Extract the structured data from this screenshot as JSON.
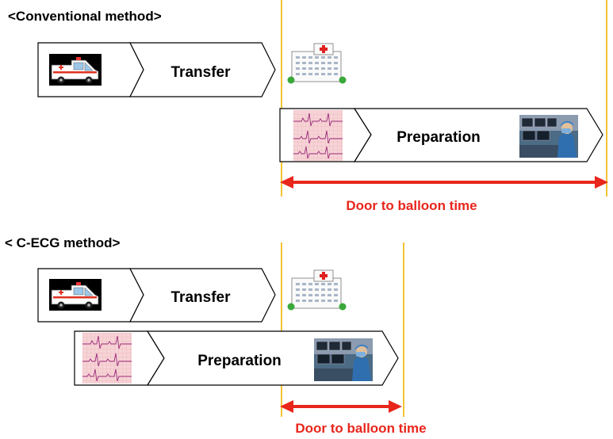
{
  "conventional": {
    "title": "<Conventional method>",
    "transfer_label": "Transfer",
    "preparation_label": "Preparation",
    "metric_label": "Door to balloon time"
  },
  "cecg": {
    "title": "< C-ECG method>",
    "transfer_label": "Transfer",
    "preparation_label": "Preparation",
    "metric_label": "Door to balloon time"
  },
  "icons": [
    "ambulance-icon",
    "hospital-icon",
    "ecg-strip-icon",
    "cath-lab-photo-icon"
  ],
  "colors": {
    "timeline_line": "#f0b400",
    "metric_arrow": "#e8261c",
    "metric_text": "#e8261c",
    "hospital_cross": "#e02020",
    "ecg_paper": "#f6d3d6",
    "ecg_trace": "#9a2a7a",
    "cathlab_bg": "#4c6b85",
    "scrubs": "#2f6fb0"
  }
}
